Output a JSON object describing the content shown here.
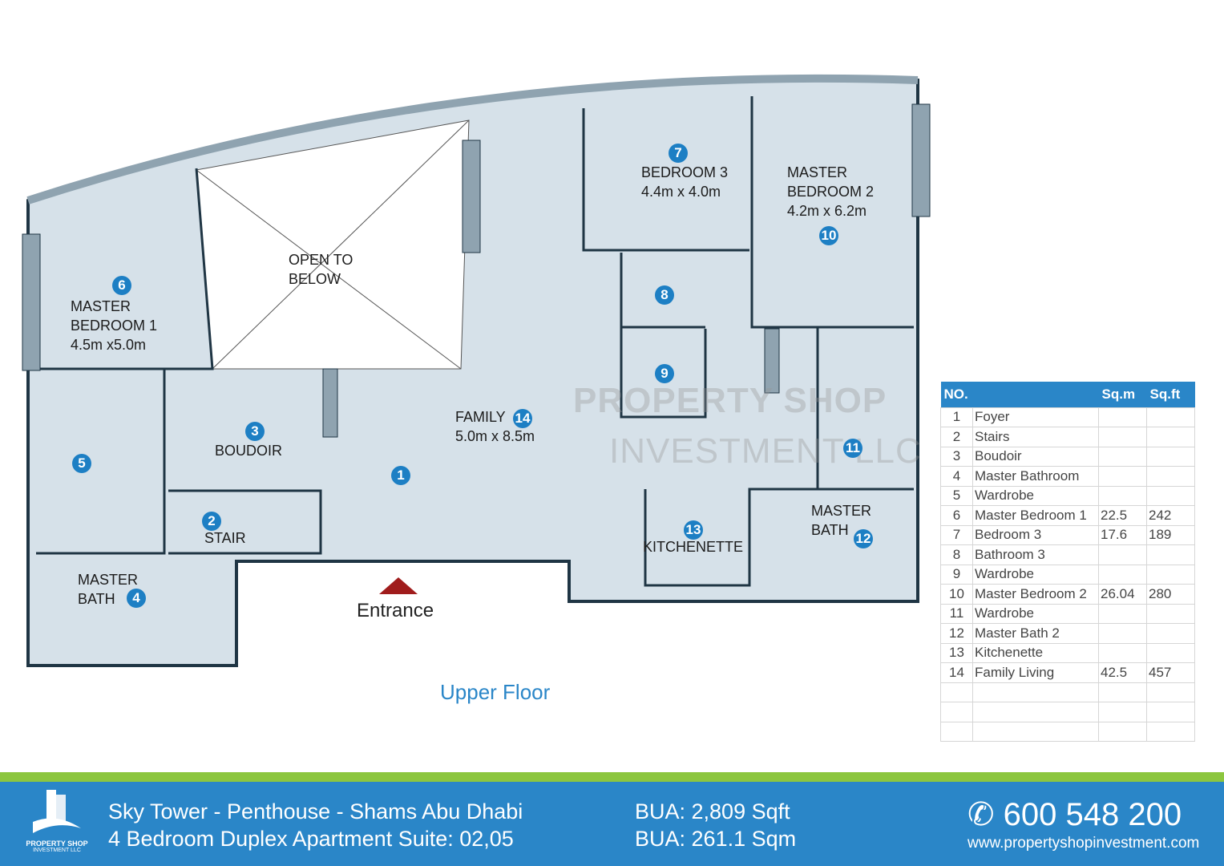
{
  "plan": {
    "rooms": {
      "bedroom3": [
        "BEDROOM 3",
        "4.4m x 4.0m"
      ],
      "master_bedroom2": [
        "MASTER",
        "BEDROOM 2",
        "4.2m x 6.2m"
      ],
      "open_to_below": [
        "OPEN TO",
        "BELOW"
      ],
      "master_bedroom1": [
        "MASTER",
        "BEDROOM 1",
        "4.5m x5.0m"
      ],
      "boudoir": "BOUDOIR",
      "stair": "STAIR",
      "master_bath1": [
        "MASTER",
        "BATH"
      ],
      "family": [
        "FAMILY",
        "5.0m x 8.5m"
      ],
      "kitchenette": "KITCHENETTE",
      "master_bath2": [
        "MASTER",
        "BATH"
      ]
    },
    "markers": [
      "1",
      "2",
      "3",
      "4",
      "5",
      "6",
      "7",
      "8",
      "9",
      "10",
      "11",
      "12",
      "13",
      "14"
    ],
    "entrance": "Entrance",
    "floor_label": "Upper Floor",
    "watermark": [
      "PROPERTY SHOP",
      "INVESTMENT LLC"
    ]
  },
  "table": {
    "headers": [
      "NO.",
      "",
      "Sq.m",
      "Sq.ft"
    ],
    "rows": [
      [
        "1",
        "Foyer",
        "",
        ""
      ],
      [
        "2",
        "Stairs",
        "",
        ""
      ],
      [
        "3",
        "Boudoir",
        "",
        ""
      ],
      [
        "4",
        "Master Bathroom",
        "",
        ""
      ],
      [
        "5",
        "Wardrobe",
        "",
        ""
      ],
      [
        "6",
        "Master Bedroom 1",
        "22.5",
        "242"
      ],
      [
        "7",
        "Bedroom 3",
        "17.6",
        "189"
      ],
      [
        "8",
        "Bathroom 3",
        "",
        ""
      ],
      [
        "9",
        "Wardrobe",
        "",
        ""
      ],
      [
        "10",
        "Master Bedroom 2",
        "26.04",
        "280"
      ],
      [
        "11",
        "Wardrobe",
        "",
        ""
      ],
      [
        "12",
        "Master Bath 2",
        "",
        ""
      ],
      [
        "13",
        "Kitchenette",
        "",
        ""
      ],
      [
        "14",
        "Family Living",
        "42.5",
        "457"
      ],
      [
        "",
        "",
        "",
        ""
      ],
      [
        "",
        "",
        "",
        ""
      ],
      [
        "",
        "",
        "",
        ""
      ]
    ]
  },
  "footer": {
    "logo": [
      "PROPERTY SHOP",
      "INVESTMENT LLC"
    ],
    "title": "Sky Tower - Penthouse - Shams Abu Dhabi",
    "subtitle": "4 Bedroom Duplex Apartment Suite: 02,05",
    "bua_sqft": "BUA: 2,809 Sqft",
    "bua_sqm": "BUA: 261.1 Sqm",
    "phone": "600 548 200",
    "website": "www.propertyshopinvestment.com"
  },
  "colors": {
    "brand_blue": "#2a86c8",
    "green": "#8cc63f",
    "room_fill": "#d6e1e9",
    "wall": "#1f3544"
  }
}
